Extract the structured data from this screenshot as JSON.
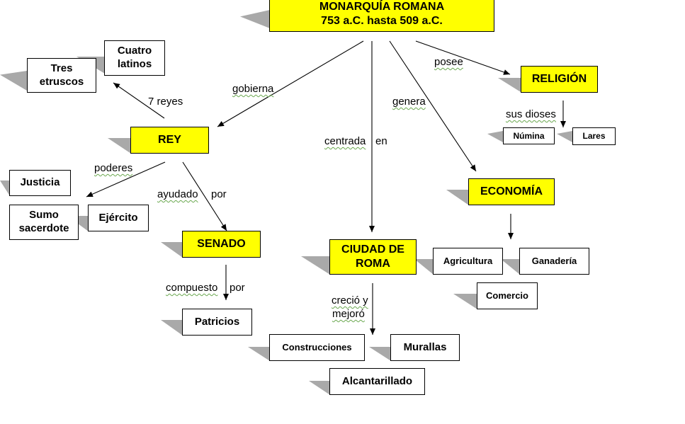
{
  "nodes": {
    "monarquia": "MONARQUÍA ROMANA\n753 a.C. hasta 509 a.C.",
    "cuatro_latinos": "Cuatro\nlatinos",
    "tres_etruscos": "Tres\netruscos",
    "religion": "RELIGIÓN",
    "numina": "Númina",
    "lares": "Lares",
    "rey": "REY",
    "justicia": "Justicia",
    "sumo_sacerdote": "Sumo\nsacerdote",
    "ejercito": "Ejército",
    "economia": "ECONOMÍA",
    "senado": "SENADO",
    "ciudad_de_roma": "CIUDAD DE\nROMA",
    "agricultura": "Agricultura",
    "ganaderia": "Ganadería",
    "comercio": "Comercio",
    "patricios": "Patricios",
    "construcciones": "Construcciones",
    "murallas": "Murallas",
    "alcantarillado": "Alcantarillado"
  },
  "labels": {
    "posee": "posee",
    "gobierna": "gobierna",
    "siete_reyes": "7 reyes",
    "genera": "genera",
    "sus_dioses": "sus dioses",
    "centrada": "centrada",
    "en": "en",
    "poderes": "poderes",
    "ayudado": "ayudado",
    "por_1": "por",
    "compuesto": "compuesto",
    "por_2": "por",
    "crecio_y": "creció y",
    "mejoro": "mejoró"
  },
  "colors": {
    "concept_fill": "#ffff00",
    "leaf_fill": "#ffffff",
    "shadow": "#a9a9a9",
    "line": "#000000",
    "spell_underline": "#6aa84f"
  }
}
